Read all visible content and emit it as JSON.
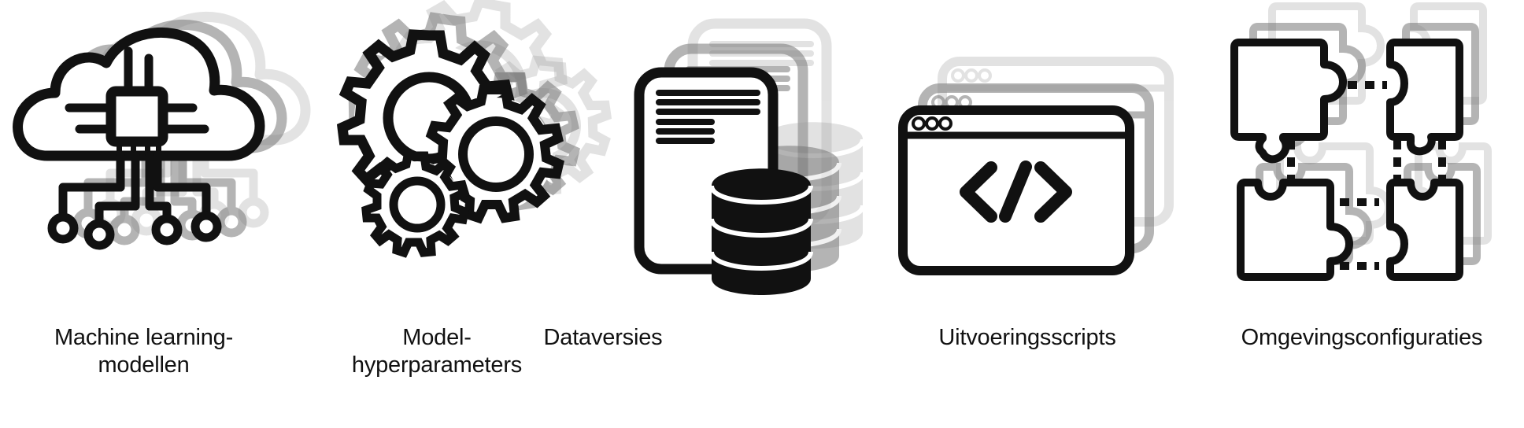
{
  "items": [
    {
      "id": "ml-models",
      "icon": "cloud-chip-circuit-icon",
      "label_lines": [
        "Machine learning-",
        "modellen"
      ]
    },
    {
      "id": "hyperparameters",
      "icon": "gears-icon",
      "label_lines": [
        "Model-",
        "hyperparameters"
      ]
    },
    {
      "id": "data-versions",
      "icon": "document-database-icon",
      "label_lines": [
        "Dataversies"
      ]
    },
    {
      "id": "execution-scripts",
      "icon": "code-window-icon",
      "label_lines": [
        "Uitvoeringsscripts"
      ]
    },
    {
      "id": "environment-configs",
      "icon": "puzzle-pieces-icon",
      "label_lines": [
        "Omgevingsconfiguraties"
      ]
    }
  ],
  "colors": {
    "foreground": "#111111",
    "ghost_dark": "#7a7a7a",
    "ghost_light": "#b8b8b8",
    "background": "#ffffff"
  }
}
